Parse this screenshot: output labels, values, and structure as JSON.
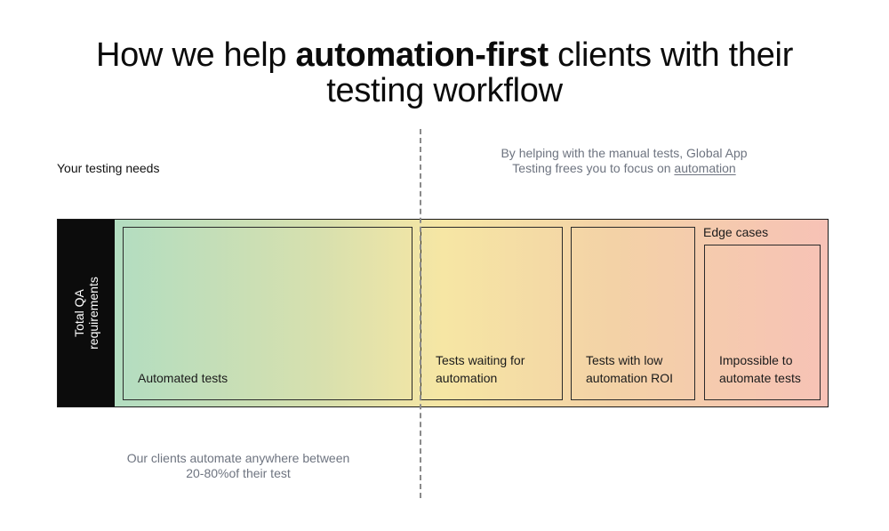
{
  "title": {
    "part1": "How we help ",
    "bold": "automation-first",
    "part2": " clients with their",
    "line2": "testing workflow"
  },
  "labels": {
    "testing_needs": "Your testing needs",
    "right_note_line1": "By helping with the manual tests, Global App",
    "right_note_line2_prefix": "Testing frees you to focus on ",
    "right_note_link": "automation",
    "bottom_note_line1": "Our clients automate anywhere between",
    "bottom_note_line2": "20-80%of their test"
  },
  "diagram": {
    "side_label_line1": "Total QA",
    "side_label_line2": "requirements",
    "edge_cases": "Edge cases",
    "boxes": {
      "automated": {
        "line1": "Automated tests"
      },
      "waiting": {
        "line1": "Tests waiting for",
        "line2": "automation"
      },
      "low_roi": {
        "line1": "Tests with low",
        "line2": "automation ROI"
      },
      "impossible": {
        "line1": "Impossible to",
        "line2": "automate tests"
      }
    }
  },
  "colors": {
    "gradient_start": "#a8dcc6",
    "gradient_mid": "#f6e6a4",
    "gradient_end": "#f7c2b6",
    "side_bar": "#0c0c0c",
    "muted_text": "#6e7480"
  }
}
